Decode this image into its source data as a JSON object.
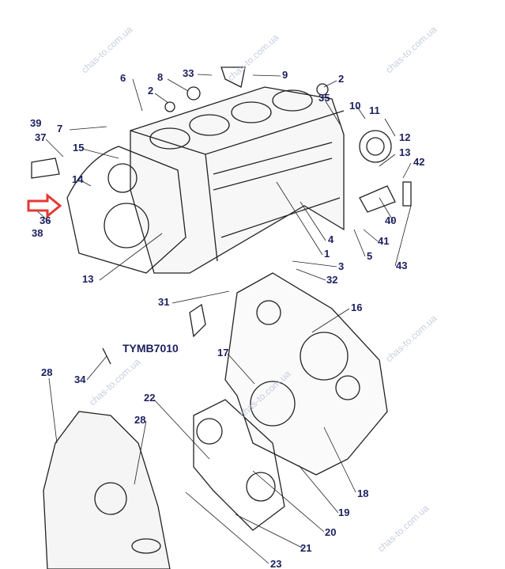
{
  "diagram": {
    "code": "TYMB7010",
    "watermark": "chas-to.com.ua",
    "labels": [
      "6",
      "8",
      "33",
      "9",
      "2",
      "2",
      "35",
      "10",
      "11",
      "39",
      "7",
      "37",
      "15",
      "12",
      "13",
      "42",
      "14",
      "36",
      "38",
      "40",
      "41",
      "43",
      "4",
      "1",
      "5",
      "3",
      "13",
      "32",
      "31",
      "16",
      "17",
      "28",
      "34",
      "22",
      "28",
      "18",
      "19",
      "20",
      "21",
      "23"
    ],
    "colors": {
      "label": "#1b1f5e",
      "arrow": "#e53935",
      "line": "#222222"
    }
  }
}
